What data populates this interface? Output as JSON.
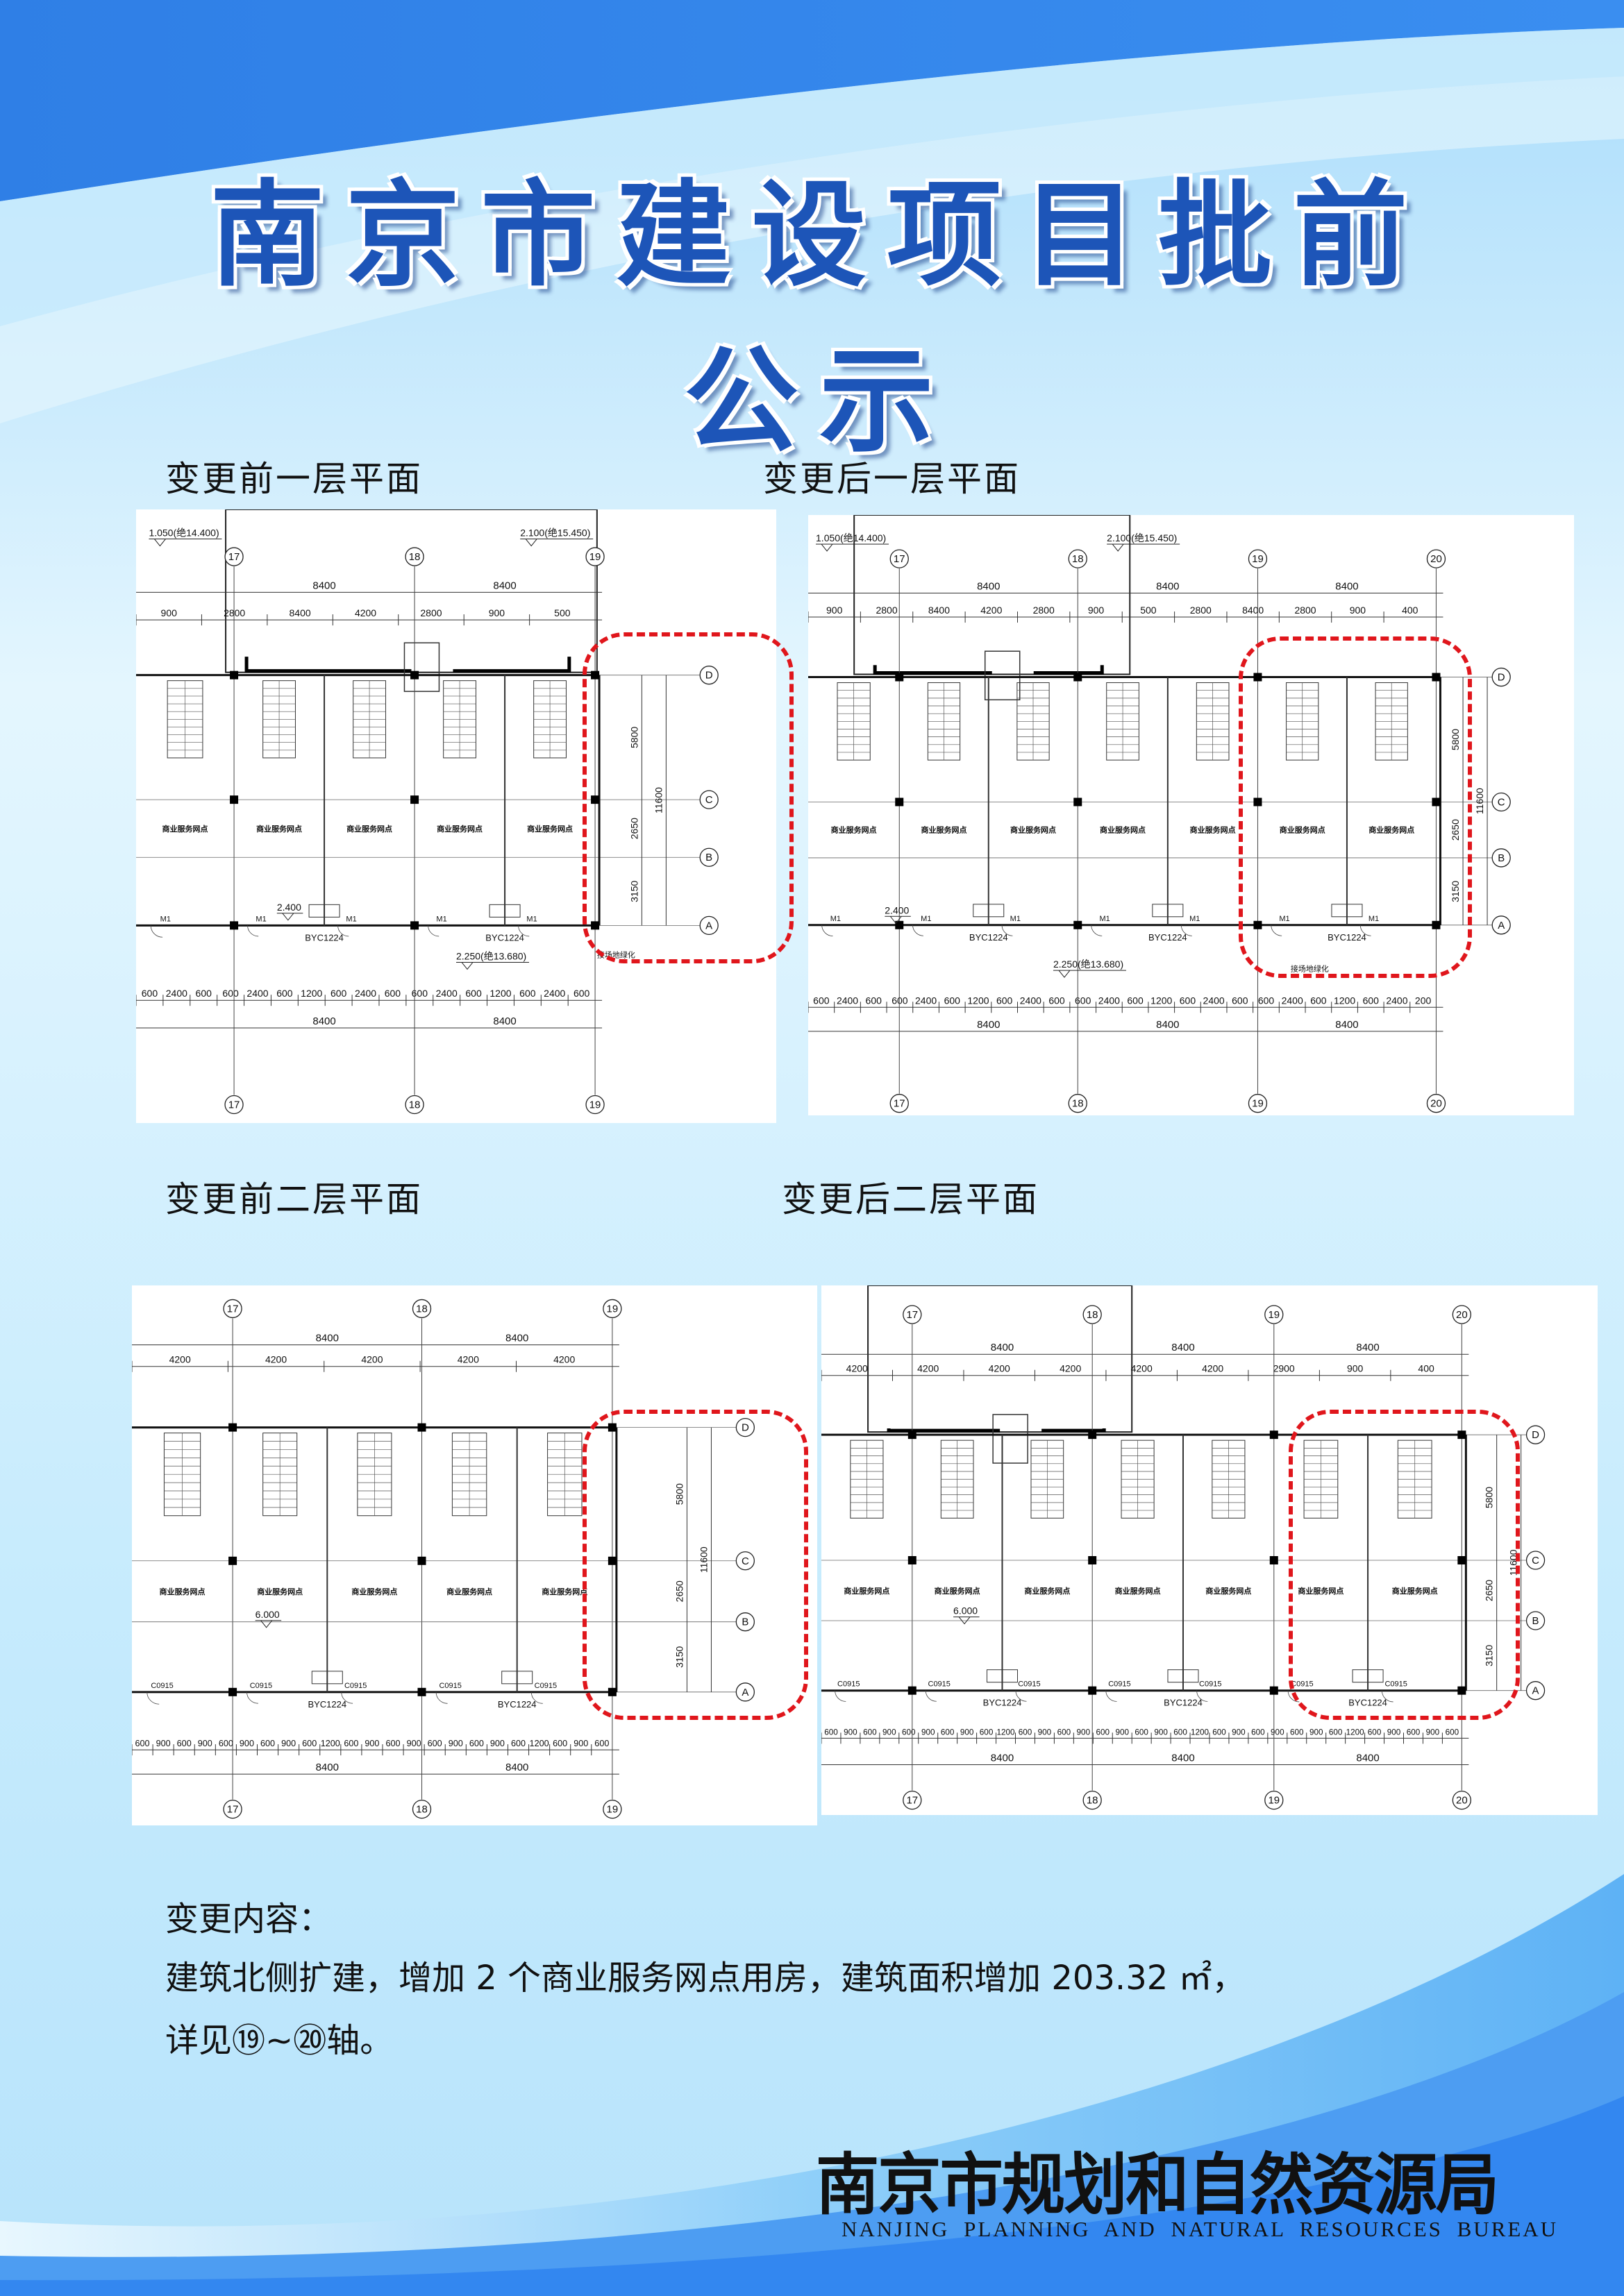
{
  "title": "南京市建设项目批前公示",
  "colors": {
    "title_blue": "#1d55b8",
    "highlight_red": "#e0161c",
    "bg_blue": "#2e86f0",
    "bg_light": "#cdeefd"
  },
  "panels": [
    {
      "label": "变更前一层平面",
      "axes": [
        "17",
        "18",
        "19"
      ],
      "rows": [
        "D",
        "C",
        "B",
        "A"
      ],
      "top_spans": [
        "8400",
        "8400"
      ],
      "top_detail": [
        "900",
        "2800",
        "8400",
        "4200",
        "2800",
        "900",
        "500"
      ],
      "bottom_detail": [
        "600",
        "2400",
        "600",
        "600",
        "2400",
        "600",
        "1200",
        "600",
        "2400",
        "600",
        "600",
        "2400",
        "600",
        "1200",
        "600",
        "2400",
        "600"
      ],
      "bottom_spans": [
        "8400",
        "8400"
      ],
      "right_dims": [
        "5800",
        "2650",
        "3150"
      ],
      "right_total": "11600",
      "room": "商业服务网点",
      "window": "BYC1224",
      "door": "M1",
      "levels": [
        "1.050(绝14.400)",
        "2.100(绝15.450)",
        "2.250(绝13.680)",
        "2.400"
      ],
      "note": "接场地绿化"
    },
    {
      "label": "变更后一层平面",
      "axes": [
        "17",
        "18",
        "19",
        "20"
      ],
      "rows": [
        "D",
        "C",
        "B",
        "A"
      ],
      "top_spans": [
        "8400",
        "8400",
        "8400"
      ],
      "top_detail": [
        "900",
        "2800",
        "8400",
        "4200",
        "2800",
        "900",
        "500",
        "2800",
        "8400",
        "2800",
        "900",
        "400"
      ],
      "bottom_detail": [
        "600",
        "2400",
        "600",
        "600",
        "2400",
        "600",
        "1200",
        "600",
        "2400",
        "600",
        "600",
        "2400",
        "600",
        "1200",
        "600",
        "2400",
        "600",
        "600",
        "2400",
        "600",
        "1200",
        "600",
        "2400",
        "200"
      ],
      "bottom_spans": [
        "8400",
        "8400",
        "8400"
      ],
      "right_dims": [
        "5800",
        "2650",
        "3150"
      ],
      "right_total": "11600",
      "room": "商业服务网点",
      "window": "BYC1224",
      "door": "M1",
      "levels": [
        "1.050(绝14.400)",
        "2.100(绝15.450)",
        "2.250(绝13.680)",
        "2.400"
      ],
      "note": "接场地绿化"
    },
    {
      "label": "变更前二层平面",
      "axes": [
        "17",
        "18",
        "19"
      ],
      "rows": [
        "D",
        "C",
        "B",
        "A"
      ],
      "top_spans": [
        "8400",
        "8400"
      ],
      "top_detail": [
        "4200",
        "4200",
        "4200",
        "4200",
        "4200"
      ],
      "bottom_detail": [
        "600",
        "900",
        "600",
        "900",
        "600",
        "900",
        "600",
        "900",
        "600",
        "1200",
        "600",
        "900",
        "600",
        "900",
        "600",
        "900",
        "600",
        "900",
        "600",
        "1200",
        "600",
        "900",
        "600"
      ],
      "bottom_spans": [
        "8400",
        "8400"
      ],
      "right_dims": [
        "5800",
        "2650",
        "3150"
      ],
      "right_total": "11600",
      "room": "商业服务网点",
      "window": "BYC1224",
      "door": "C0915",
      "levels": [
        "6.000"
      ],
      "note": ""
    },
    {
      "label": "变更后二层平面",
      "axes": [
        "17",
        "18",
        "19",
        "20"
      ],
      "rows": [
        "D",
        "C",
        "B",
        "A"
      ],
      "top_spans": [
        "8400",
        "8400",
        "8400"
      ],
      "top_detail": [
        "4200",
        "4200",
        "4200",
        "4200",
        "4200",
        "4200",
        "2900",
        "900",
        "400"
      ],
      "bottom_detail": [
        "600",
        "900",
        "600",
        "900",
        "600",
        "900",
        "600",
        "900",
        "600",
        "1200",
        "600",
        "900",
        "600",
        "900",
        "600",
        "900",
        "600",
        "900",
        "600",
        "1200",
        "600",
        "900",
        "600",
        "900",
        "600",
        "900",
        "600",
        "1200",
        "600",
        "900",
        "600",
        "900",
        "600"
      ],
      "bottom_spans": [
        "8400",
        "8400",
        "8400"
      ],
      "right_dims": [
        "5800",
        "2650",
        "3150"
      ],
      "right_total": "11600",
      "room": "商业服务网点",
      "window": "BYC1224",
      "door": "C0915",
      "levels": [
        "6.000"
      ],
      "note": ""
    }
  ],
  "change": {
    "heading": "变更内容：",
    "line1": "建筑北侧扩建，增加 2 个商业服务网点用房，建筑面积增加 203.32 ㎡，",
    "line2": "详见⑲~⑳轴。"
  },
  "footer": {
    "org_cn": "南京市规划和自然资源局",
    "org_en": "NANJING PLANNING AND NATURAL RESOURCES BUREAU"
  }
}
